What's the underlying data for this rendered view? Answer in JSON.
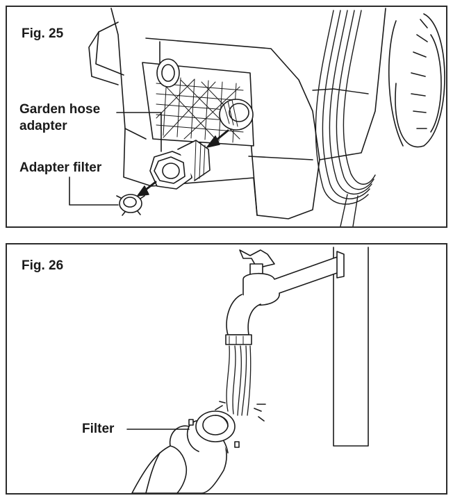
{
  "fig25": {
    "title": "Fig. 25",
    "labels": {
      "garden_hose_adapter_line1": "Garden hose",
      "garden_hose_adapter_line2": "adapter",
      "adapter_filter": "Adapter filter"
    }
  },
  "fig26": {
    "title": "Fig. 26",
    "labels": {
      "filter": "Filter"
    }
  },
  "colors": {
    "ink": "#1a1a1a",
    "border": "#2b2b2b",
    "paper": "#ffffff"
  }
}
